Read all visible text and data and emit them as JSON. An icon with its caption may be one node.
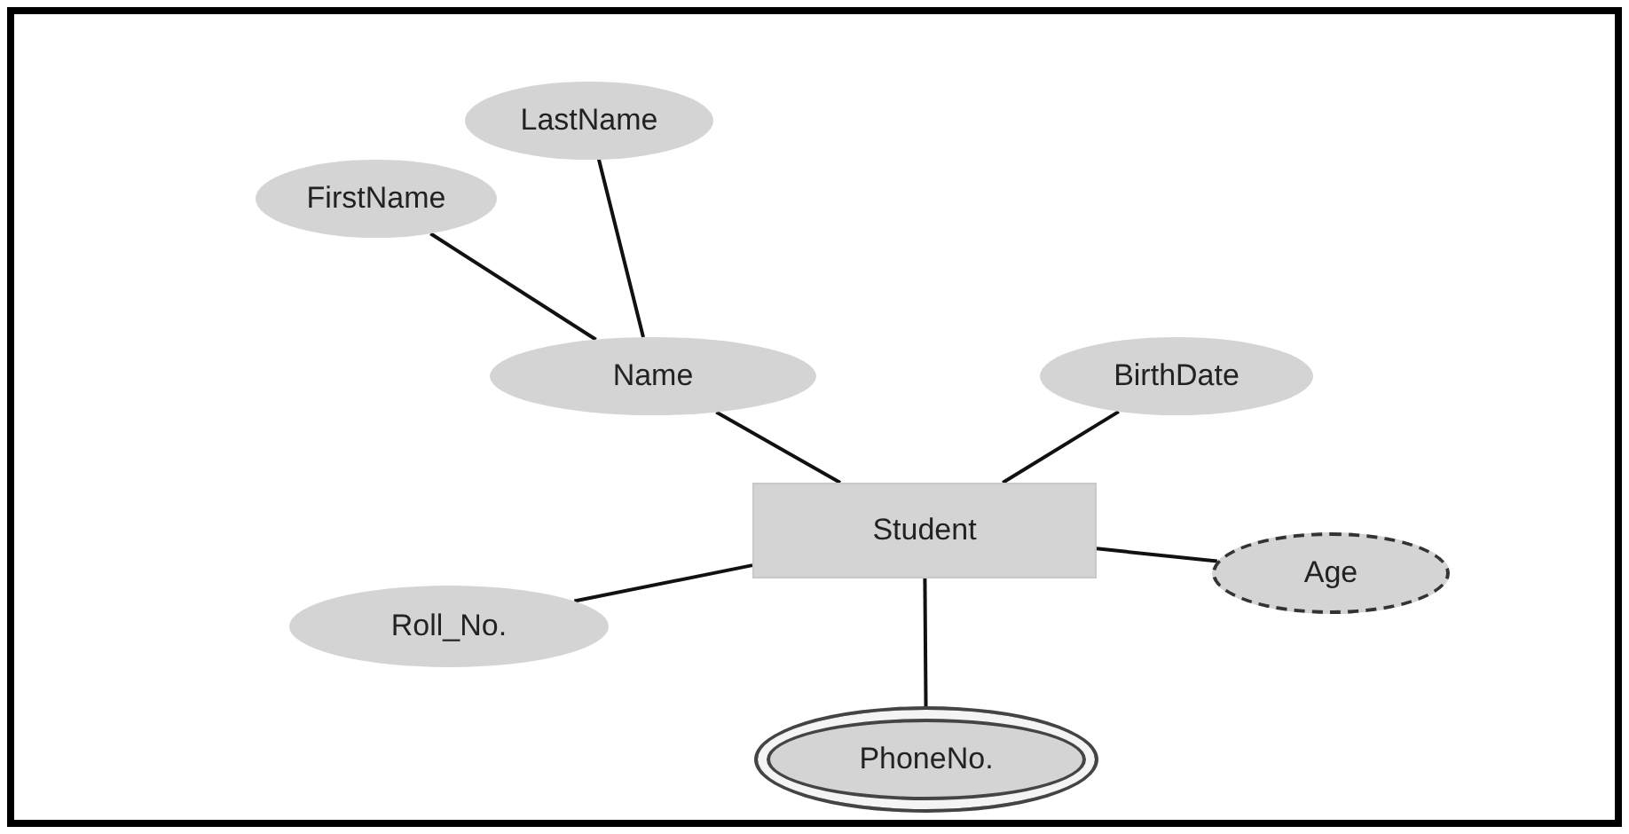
{
  "diagram": {
    "nodes": [
      {
        "text": [
          "LastName"
        ]
      },
      {
        "text": [
          "FirstName"
        ]
      },
      {
        "text": [
          "Name"
        ]
      },
      {
        "text": [
          "BirthDate"
        ]
      },
      {
        "text": [
          "Student"
        ]
      },
      {
        "text": [
          "Age"
        ]
      },
      {
        "text": [
          "Roll_No."
        ]
      },
      {
        "text": [
          "PhoneNo."
        ]
      }
    ],
    "edges": [
      {
        "from": 2,
        "to": 0,
        "arrow": "none"
      },
      {
        "from": 2,
        "to": 1,
        "arrow": "none"
      },
      {
        "from": 4,
        "to": 2,
        "arrow": "none"
      },
      {
        "from": 4,
        "to": 3,
        "arrow": "none"
      },
      {
        "from": 4,
        "to": 5,
        "arrow": "none"
      },
      {
        "from": 4,
        "to": 6,
        "arrow": "none"
      },
      {
        "from": 4,
        "to": 7,
        "arrow": "none"
      }
    ]
  }
}
